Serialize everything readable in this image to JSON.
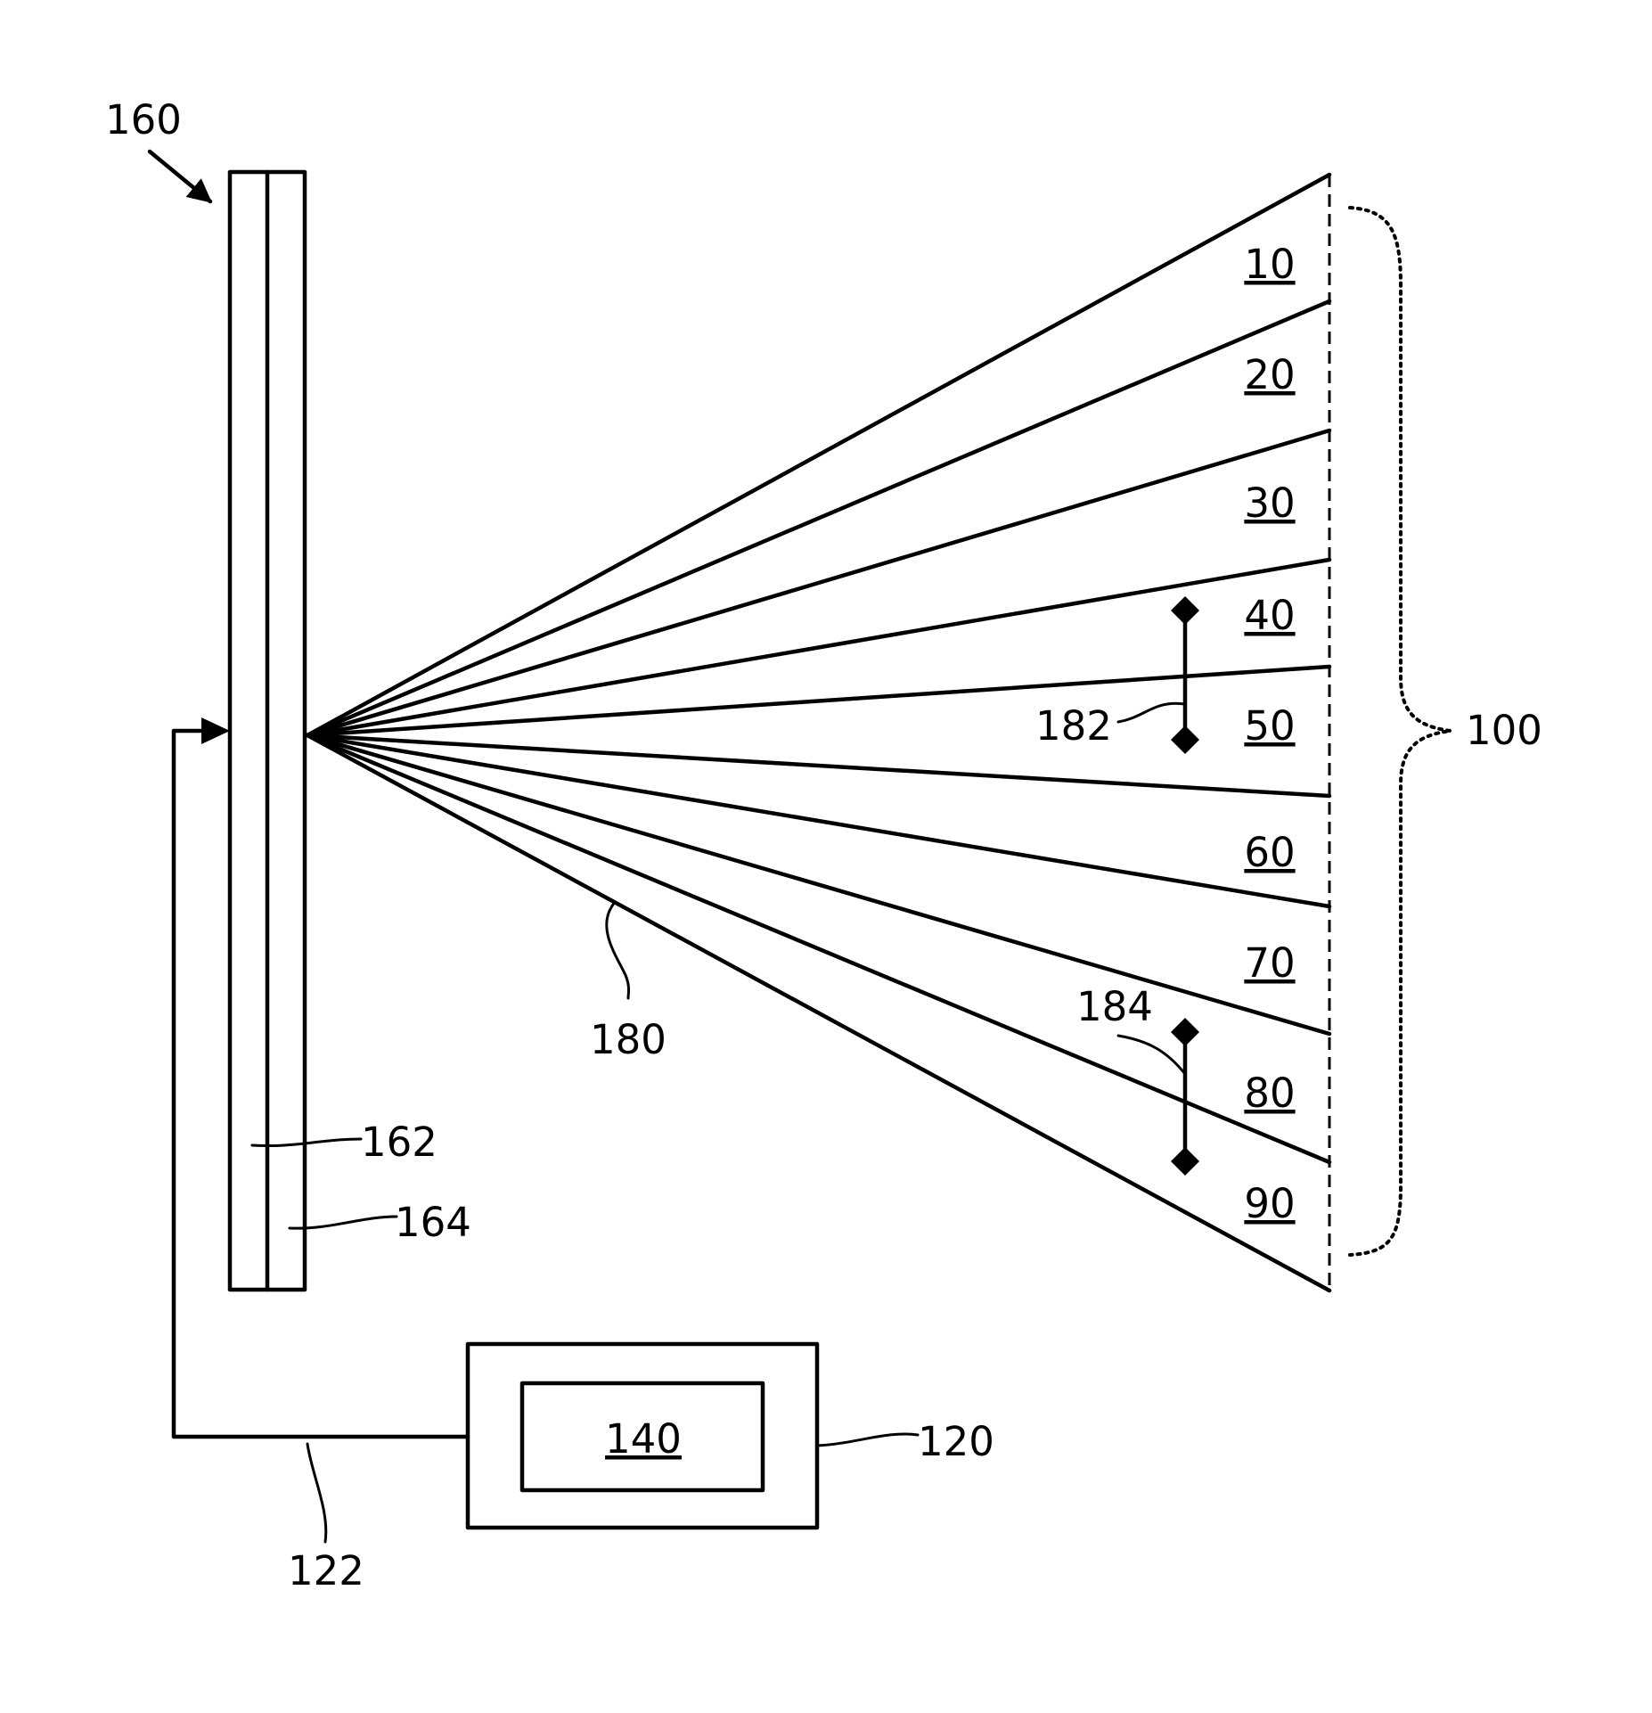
{
  "labels": {
    "array": "160",
    "layer_a": "162",
    "layer_b": "164",
    "beams": "180",
    "marker_a": "182",
    "marker_b": "184",
    "region": "100",
    "controller": "120",
    "processor": "140",
    "link": "122"
  },
  "segments": [
    "10",
    "20",
    "30",
    "40",
    "50",
    "60",
    "70",
    "80",
    "90"
  ]
}
